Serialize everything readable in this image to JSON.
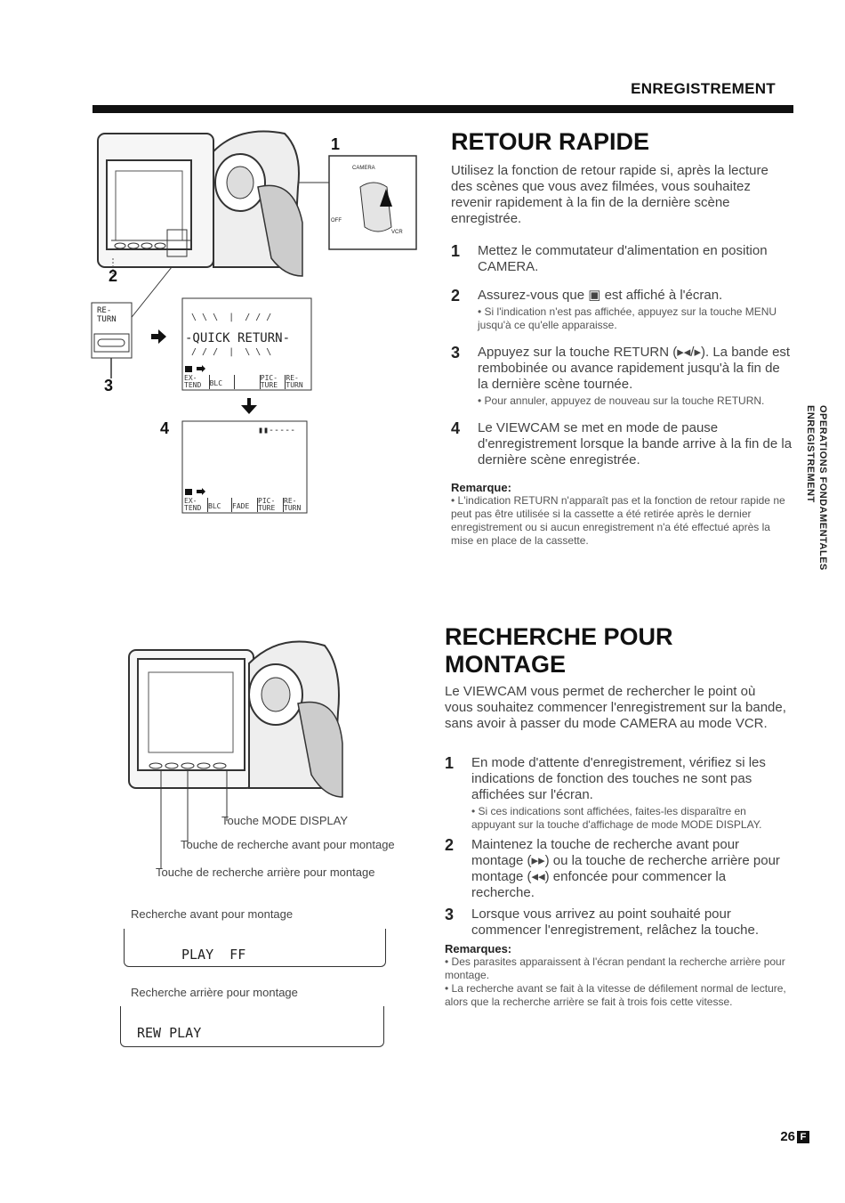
{
  "header": {
    "title": "ENREGISTREMENT"
  },
  "side_tab": {
    "line1": "OPERATIONS FONDAMENTALES",
    "line2": "ENREGISTREMENT"
  },
  "page": {
    "number": "26",
    "lang_badge": "F"
  },
  "section1": {
    "title": "RETOUR RAPIDE",
    "intro": "Utilisez la fonction de retour rapide si, après la lecture des scènes que vous avez filmées, vous souhaitez revenir rapidement à la fin de la dernière scène enregistrée.",
    "steps": [
      {
        "num": "1",
        "text": "Mettez le commutateur d'alimentation en position CAMERA."
      },
      {
        "num": "2",
        "text": "Assurez-vous que ▣ est affiché à l'écran.",
        "bullet": "• Si l'indication n'est pas affichée, appuyez sur la touche MENU jusqu'à ce qu'elle apparaisse."
      },
      {
        "num": "3",
        "text": "Appuyez sur la touche RETURN (▸◂/▸). La bande est rembobinée ou avance rapidement jusqu'à la fin de la dernière scène tournée.",
        "bullet": "• Pour annuler, appuyez de nouveau sur la touche RETURN."
      },
      {
        "num": "4",
        "text": "Le VIEWCAM se met en mode de pause d'enregistrement lorsque la bande arrive à la fin de la dernière scène enregistrée."
      }
    ],
    "remark_title": "Remarque:",
    "remark": "• L'indication RETURN n'apparaît pas et la fonction de retour rapide ne peut pas être utilisée si la cassette a été retirée après le dernier enregistrement ou si aucun enregistrement n'a été effectué après la mise en place de la cassette."
  },
  "section2": {
    "title": "RECHERCHE POUR MONTAGE",
    "intro": "Le VIEWCAM vous permet de rechercher le point où vous souhaitez commencer l'enregistrement sur la bande, sans avoir à passer du mode CAMERA au mode VCR.",
    "steps": [
      {
        "num": "1",
        "text": "En mode d'attente d'enregistrement, vérifiez si les indications de fonction des touches ne sont pas affichées sur l'écran.",
        "bullet": "• Si ces indications sont affichées, faites-les disparaître en appuyant sur la touche d'affichage de mode MODE DISPLAY."
      },
      {
        "num": "2",
        "text": "Maintenez la touche de recherche avant pour montage (▸▸) ou la touche de recherche arrière pour montage (◂◂) enfoncée pour commencer la recherche."
      },
      {
        "num": "3",
        "text": "Lorsque vous arrivez au point souhaité pour commencer l'enregistrement, relâchez la touche."
      }
    ],
    "remarks_title": "Remarques:",
    "remarks": [
      "• Des parasites apparaissent à l'écran pendant la recherche arrière pour montage.",
      "• La recherche avant se fait à la vitesse de défilement normal de lecture, alors que la recherche arrière se fait à trois fois cette vitesse."
    ]
  },
  "figure1": {
    "callout_1": "1",
    "callout_2": "2",
    "callout_3": "3",
    "callout_4": "4",
    "switch_camera": "CAMERA",
    "switch_off": "OFF",
    "switch_vcr": "VCR",
    "button_retour": "RE-\nTURN",
    "screen_quick_return": "-QUICK RETURN-",
    "screen_rays_top": "\\ \\ \\  |  / / /",
    "screen_rays_bottom": "/ / /  |  \\ \\ \\",
    "screen_buttons_1": [
      "EX-TEND",
      "BLC",
      "",
      "PIC-TURE",
      "RE-TURN"
    ],
    "screen_counter": "▮▮-----",
    "screen_buttons_2": [
      "EX-TEND",
      "BLC",
      "FADE",
      "PIC-TURE",
      "RE-TURN"
    ]
  },
  "figure2": {
    "label_mode_display": "Touche MODE DISPLAY",
    "label_forward": "Touche de recherche avant pour montage",
    "label_backward": "Touche de recherche arrière pour montage",
    "forward_caption": "Recherche avant pour montage",
    "forward_display": "PLAY  FF",
    "backward_caption": "Recherche arrière pour montage",
    "backward_display": "REW PLAY"
  }
}
